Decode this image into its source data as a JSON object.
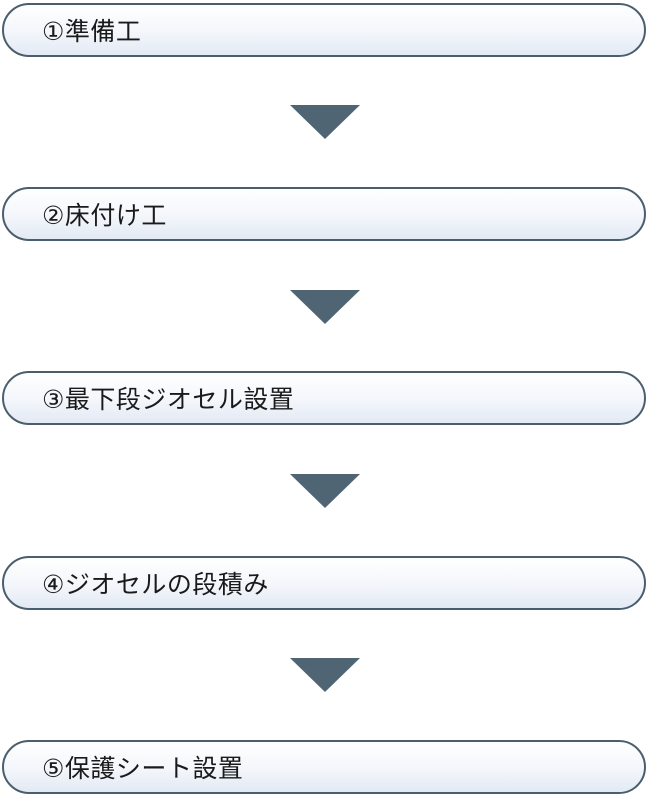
{
  "steps": [
    {
      "label": "①準備工"
    },
    {
      "label": "②床付け工"
    },
    {
      "label": "③最下段ジオセル設置"
    },
    {
      "label": "④ジオセルの段積み"
    },
    {
      "label": "⑤保護シート設置"
    }
  ],
  "colors": {
    "border": "#4a5e6e",
    "arrow": "#4f6573",
    "fill_bottom": "#e3eaf4"
  }
}
